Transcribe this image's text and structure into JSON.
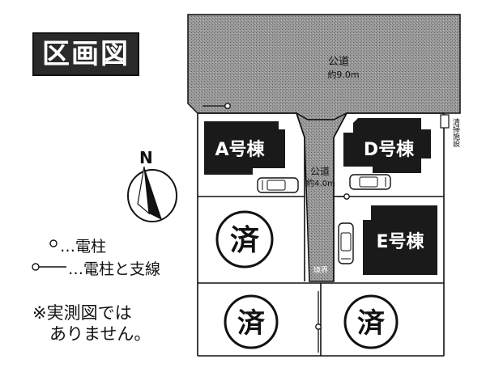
{
  "title": "区画図",
  "roads": {
    "main_label": "公道",
    "main_width": "約9.0m",
    "side_label": "公道",
    "side_width": "約4.0m"
  },
  "lots": [
    {
      "label": "A号棟",
      "status": "building"
    },
    {
      "label": "D号棟",
      "status": "building"
    },
    {
      "label": "E号棟",
      "status": "building"
    },
    {
      "label": "済",
      "status": "sold"
    },
    {
      "label": "済",
      "status": "sold"
    },
    {
      "label": "済",
      "status": "sold"
    }
  ],
  "facility_label": "清掃施設",
  "boundary_label": "境界",
  "compass": "N",
  "legend": {
    "pole": "…電柱",
    "pole_wire": "…電柱と支線"
  },
  "note": "※実測図では\n　ありません。",
  "colors": {
    "building": "#1a1a1a",
    "road": "#8c8c8c",
    "road_dark": "#6f6f6f",
    "line": "#111111"
  }
}
